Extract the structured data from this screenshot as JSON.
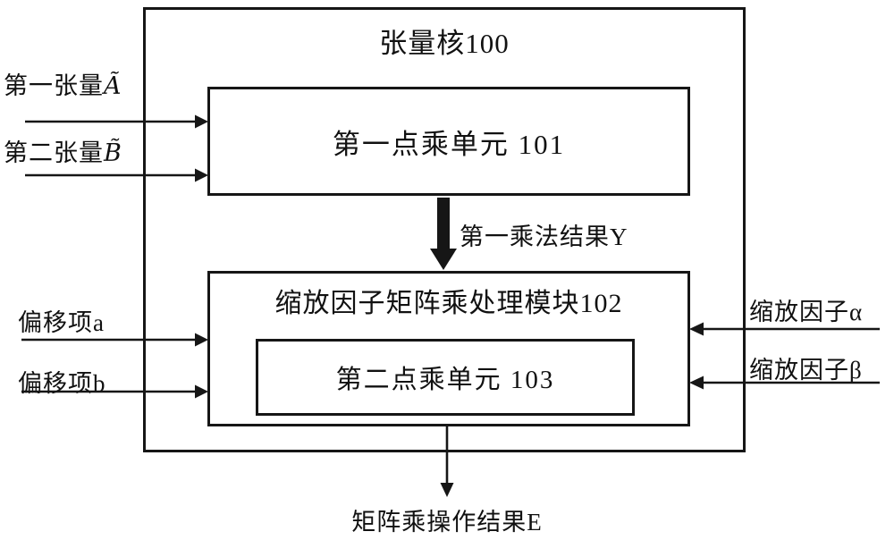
{
  "colors": {
    "line": "#161616",
    "background": "#ffffff"
  },
  "diagram": {
    "tensor_core_title": "张量核100",
    "unit101_label": "第一点乘单元 101",
    "module102_label": "缩放因子矩阵乘处理模块102",
    "unit103_label": "第二点乘单元 103",
    "inputs": {
      "tensor_a": {
        "text": "第一张量",
        "symbol": "Ã"
      },
      "tensor_b": {
        "text": "第二张量",
        "symbol": "B̃"
      },
      "bias_a": {
        "text": "偏移项a"
      },
      "bias_b": {
        "text": "偏移项b"
      },
      "scale_alpha": {
        "text": "缩放因子α"
      },
      "scale_beta": {
        "text": "缩放因子β"
      }
    },
    "mid_result_label": "第一乘法结果Y",
    "output_label": "矩阵乘操作结果E"
  }
}
